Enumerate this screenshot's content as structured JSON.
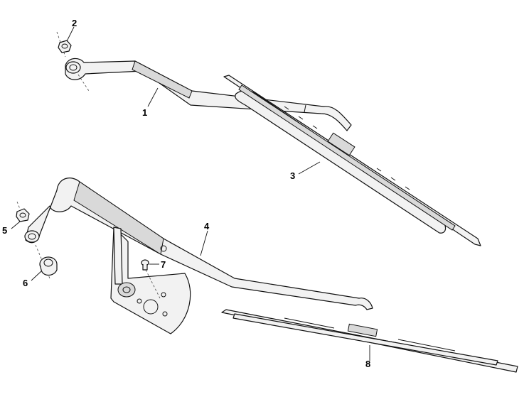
{
  "diagram": {
    "type": "exploded parts view",
    "callouts": [
      "1",
      "2",
      "3",
      "4",
      "5",
      "6",
      "7",
      "8"
    ]
  }
}
